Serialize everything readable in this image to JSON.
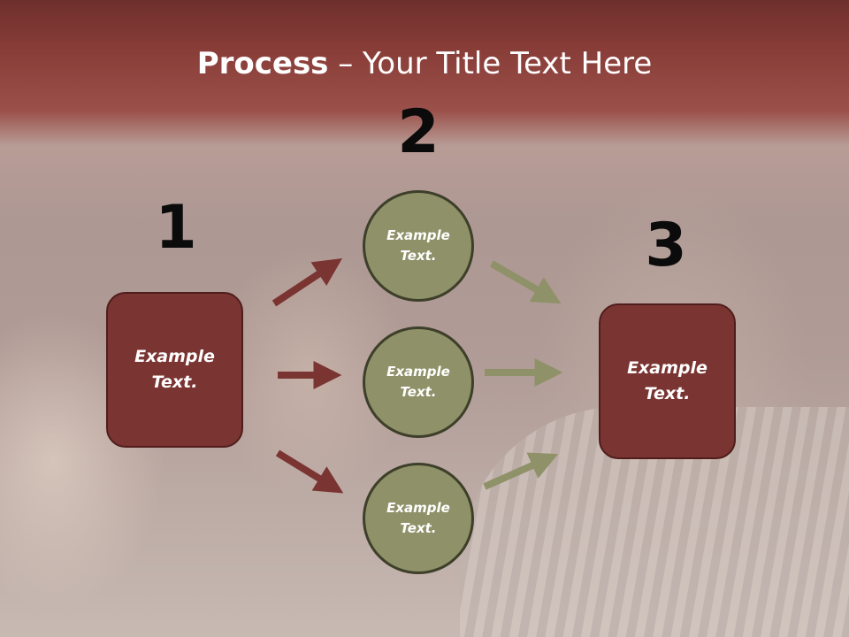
{
  "title": {
    "bold": "Process",
    "rest": " – Your Title Text Here"
  },
  "steps": [
    {
      "number": "1",
      "label": "Example Text."
    },
    {
      "number": "2"
    },
    {
      "number": "3",
      "label": "Example Text."
    }
  ],
  "middle_nodes": [
    {
      "label": "Example Text."
    },
    {
      "label": "Example Text."
    },
    {
      "label": "Example Text."
    }
  ],
  "colors": {
    "box": "#7a3431",
    "circle": "#8f9168",
    "arrow_left": "#7a3431",
    "arrow_right": "#8f9168"
  }
}
